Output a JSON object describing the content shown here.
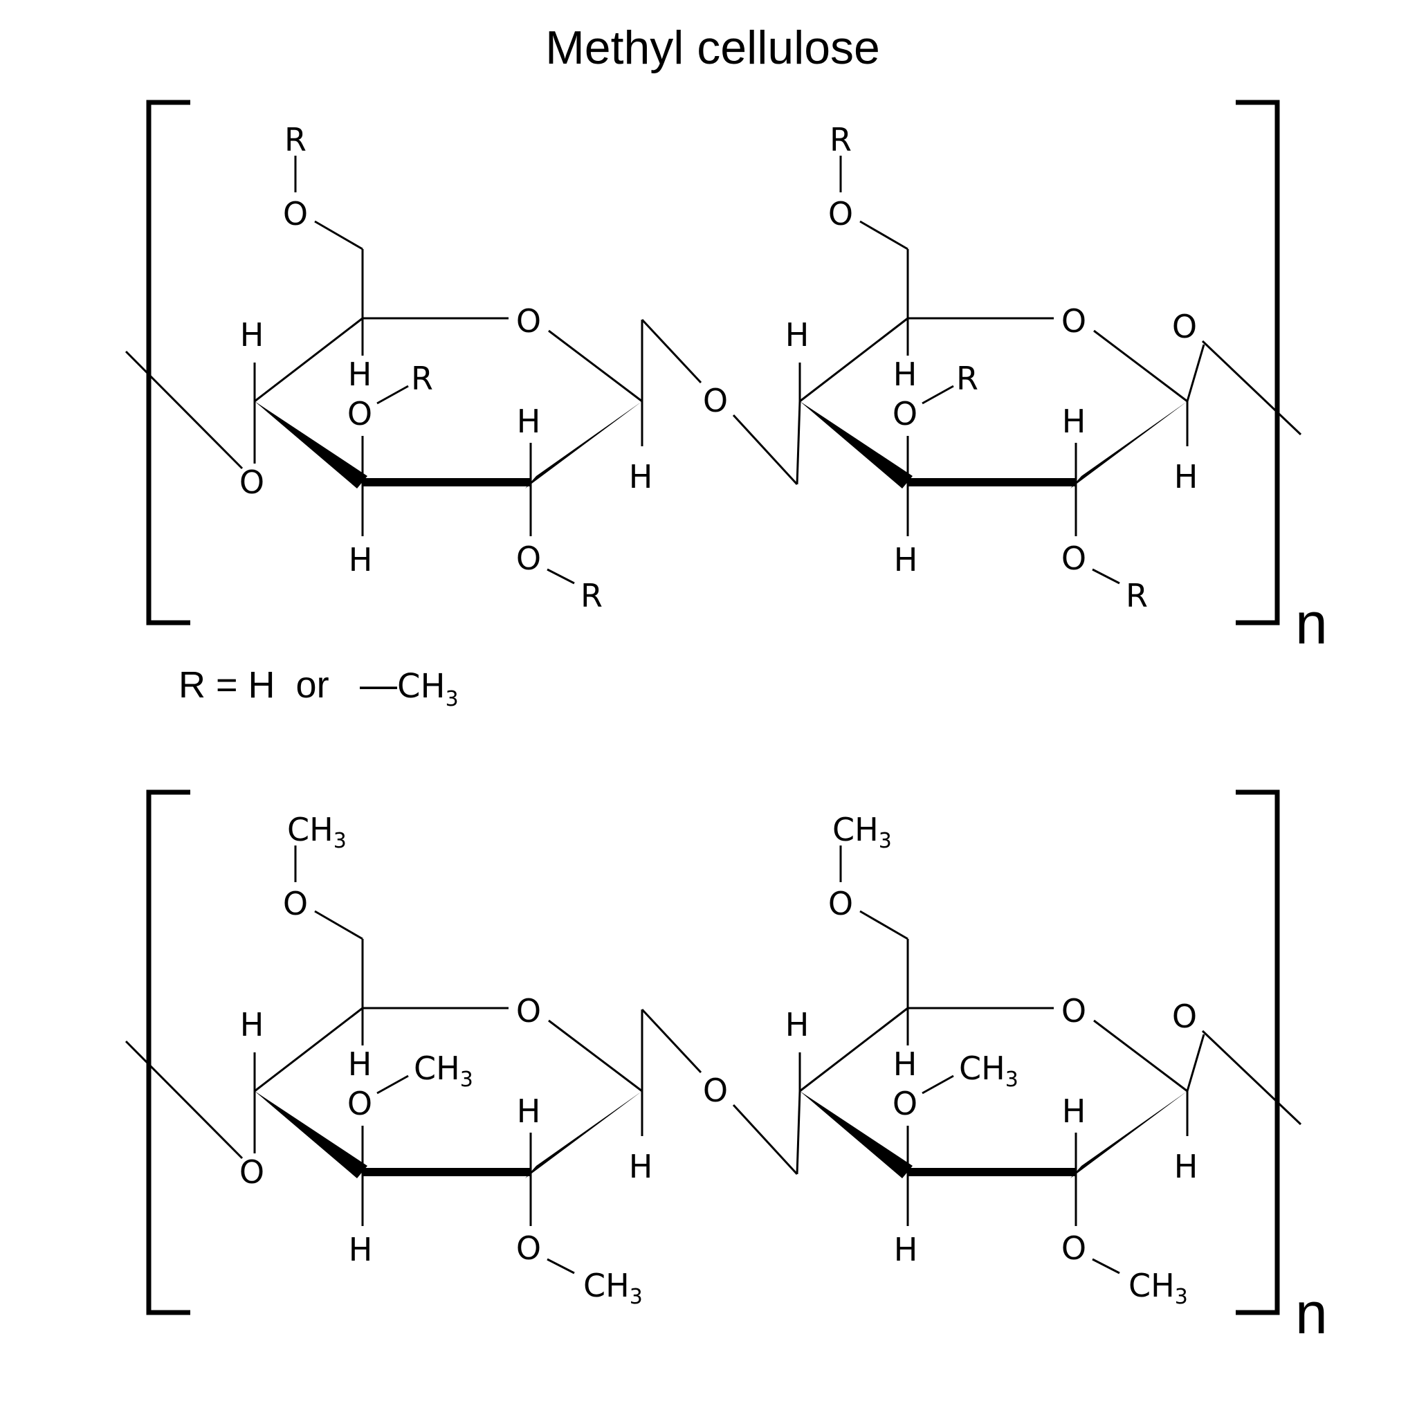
{
  "title": "Methyl cellulose",
  "atoms": {
    "oxygen": "O",
    "hydrogen": "H",
    "r_group": "R",
    "methyl_main": "CH",
    "methyl_sub": "3"
  },
  "repeat_subscript": "n",
  "legend": {
    "prefix": "R = H  or",
    "dash": "—",
    "group_main": "CH",
    "group_sub": "3"
  }
}
